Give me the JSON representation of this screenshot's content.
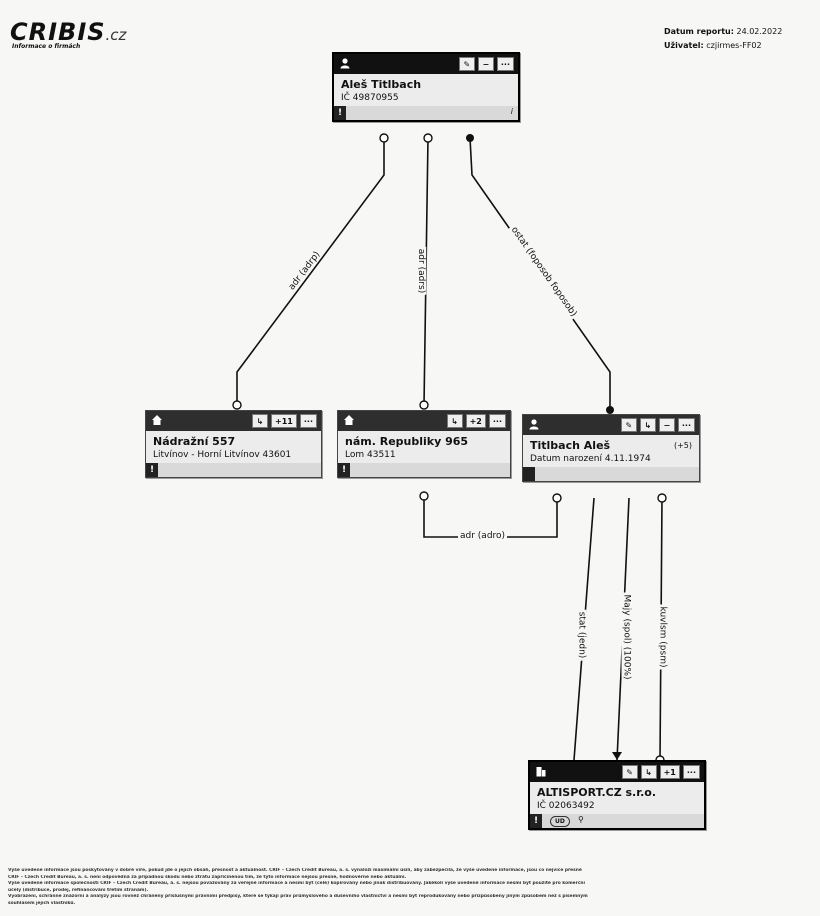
{
  "logo": {
    "name": "CRIBIS",
    "tld": ".cz",
    "tagline": "Informace o firmách"
  },
  "report": {
    "date_label": "Datum reportu:",
    "date_value": "24.02.2022",
    "user_label": "Uživatel:",
    "user_value": "czjirmes-FF02"
  },
  "nodes": {
    "root": {
      "name": "Aleš Titlbach",
      "sub": "IČ 49870955",
      "type_icon": "person-icon",
      "buttons": [
        "pin",
        "−",
        "···"
      ],
      "foot_info": "i"
    },
    "addr1": {
      "name": "Nádražní 557",
      "sub": "Litvínov - Horní Litvínov 43601",
      "type_icon": "house-icon",
      "buttons": [
        "↳",
        "+11",
        "···"
      ]
    },
    "addr2": {
      "name": "nám. Republiky 965",
      "sub": "Lom 43511",
      "type_icon": "house-icon",
      "buttons": [
        "↳",
        "+2",
        "···"
      ]
    },
    "person": {
      "name": "Titlbach Aleš",
      "sub": "Datum narození 4.11.1974",
      "extra": "(+5)",
      "type_icon": "person-icon",
      "buttons": [
        "pin",
        "↳",
        "−",
        "···"
      ]
    },
    "company": {
      "name": "ALTISPORT.CZ s.r.o.",
      "sub": "IČ 02063492",
      "type_icon": "building-icon",
      "buttons": [
        "pin",
        "↳",
        "+1",
        "···"
      ],
      "badge": "UD"
    }
  },
  "edges": [
    {
      "from": "root",
      "to": "addr1",
      "label": "adr (adrp)"
    },
    {
      "from": "root",
      "to": "addr2",
      "label": "adr (adrs)"
    },
    {
      "from": "root",
      "to": "person",
      "label": "ostat (foposob foposob)"
    },
    {
      "from": "person",
      "to": "addr2",
      "label": "adr (adro)"
    },
    {
      "from": "person",
      "to": "company",
      "label": "stat (jedn)"
    },
    {
      "from": "person",
      "to": "company",
      "label": "Majy (spol) (100%)"
    },
    {
      "from": "person",
      "to": "company",
      "label": "kuvlsm (psm)"
    }
  ],
  "disclaimer": [
    "Výše uvedené informace jsou poskytovány v dobré víře, pokud jde o jejich obsah, přesnost a aktuálnost. CRIF – Czech Credit Bureau, a. s. vynaloží maximální úsilí, aby zabezpečila, že výše uvedené informace, jsou co nejvíce přesné",
    "CRIF – Czech Credit Bureau, a. s. není odpovědná za případnou škodu nebo ztrátu zapříčiněnou tím, že tyto informace nejsou přesné, hodnověrné nebo aktuální.",
    "Výše uvedené informace společnosti CRIF – Czech Credit Bureau, a. s. nejsou považovány za veřejné informace a nesmí být (celé) kopírovány nebo jinak distribuovány. Jakékoli výše uvedené informace nesmí být použité pro komerční",
    "účely (distribuce, prodej, refinancování třetím stranám).",
    "Vyobrazení, schránné znázorní a analýzy jsou rovněž chráněny příslušnými právními předpisy, které se týkají práv průmyslového a duševního vlastnictví a nesmí být reprodukovány nebo přizpůsobeny jiným způsobem než s písemným",
    "souhlasem jejich vlastníků."
  ]
}
